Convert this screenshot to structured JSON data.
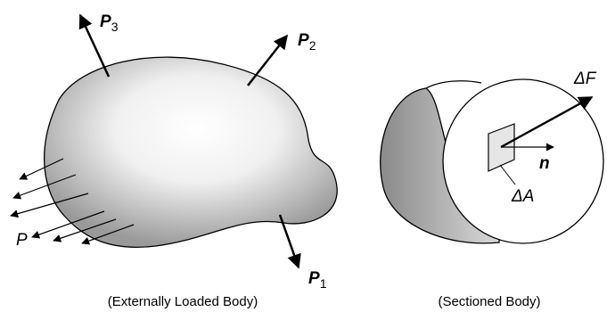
{
  "left_panel": {
    "caption": "(Externally Loaded Body)",
    "forces": [
      {
        "symbol": "P",
        "subscript": "3"
      },
      {
        "symbol": "P",
        "subscript": "2"
      },
      {
        "symbol": "P",
        "subscript": "1"
      }
    ],
    "distributed_load_label": "P"
  },
  "right_panel": {
    "caption": "(Sectioned Body)",
    "force_increment_label": "ΔF",
    "area_increment_label": "ΔA",
    "normal_label": "n"
  },
  "colors": {
    "line": "#000000",
    "body_shade_dark": "#8c8c8c",
    "body_shade_light": "#ffffff",
    "area_patch": "#e6e6e6"
  }
}
